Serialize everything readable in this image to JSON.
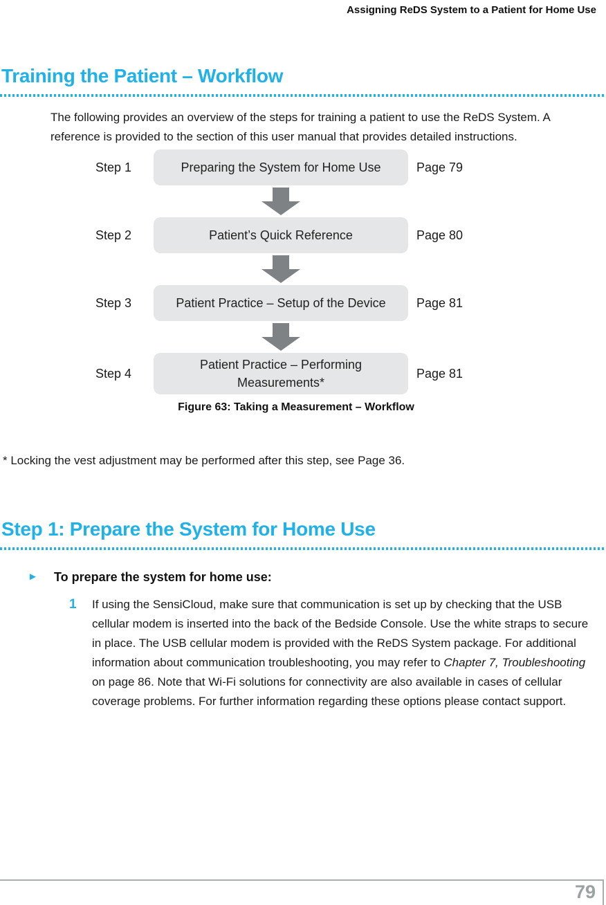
{
  "header": {
    "running_title": "Assigning ReDS System to a Patient for Home Use"
  },
  "colors": {
    "accent_cyan": "#1FB1E8",
    "box_gray": "#E4E6E7",
    "arrow_gray": "#7E8284",
    "footer_gray": "#9CA1A4"
  },
  "section_workflow": {
    "title": "Training the Patient – Workflow",
    "intro": "The following provides an overview of the steps for training a patient to use the ReDS System. A reference is provided to the section of this user manual that provides detailed instructions.",
    "steps": [
      {
        "label": "Step 1",
        "box": "Preparing the System for Home Use",
        "page": "Page 79"
      },
      {
        "label": "Step 2",
        "box": "Patient’s Quick Reference",
        "page": "Page 80"
      },
      {
        "label": "Step 3",
        "box": "Patient Practice – Setup of the Device",
        "page": "Page 81"
      },
      {
        "label": "Step 4",
        "box": "Patient Practice – Performing Measurements*",
        "page": "Page 81"
      }
    ],
    "caption": "Figure 63: Taking a Measurement – Workflow",
    "footnote": "* Locking the vest adjustment may be performed after this step, see Page 36."
  },
  "section_prepare": {
    "title": "Step 1: Prepare the System for Home Use",
    "bullet_icon": "►",
    "procedure_heading": "To prepare the system for home use:",
    "steps": [
      {
        "number": "1",
        "text_before": "If using the SensiCloud, make sure that communication is set up by checking that the USB cellular modem is inserted into the back of the Bedside Console.  Use the white straps to secure in place.  The USB cellular modem is provided with the ReDS System package.  For additional information about communication troubleshooting, you may refer to ",
        "text_italic": "Chapter 7, Troubleshooting",
        "text_after": " on page 86.  Note that Wi-Fi solutions for connectivity are also available in cases of cellular coverage problems.  For further information regarding these options please contact support."
      }
    ]
  },
  "footer": {
    "page_number": "79"
  }
}
